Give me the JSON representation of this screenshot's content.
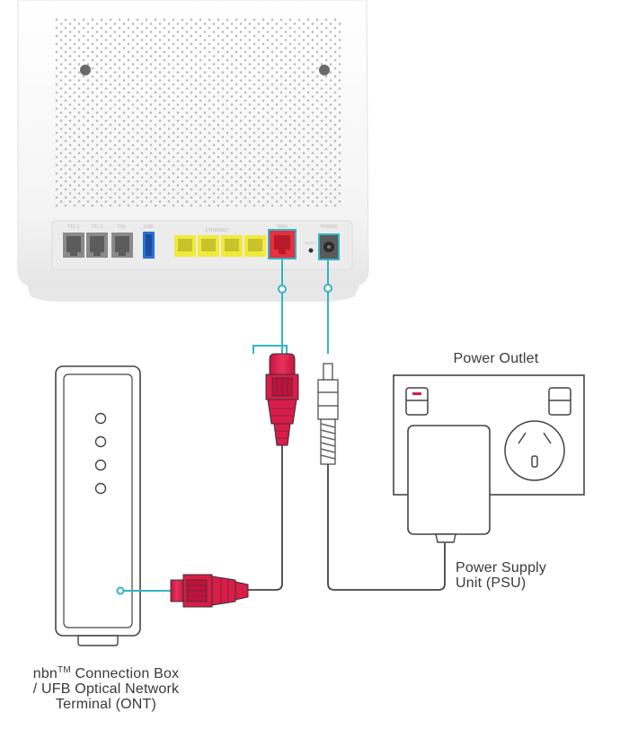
{
  "labels": {
    "power_outlet": "Power Outlet",
    "psu_line1": "Power Supply",
    "psu_line2": "Unit (PSU)",
    "nbn_prefix": "nbn",
    "nbn_tm": "TM",
    "nbn_line1_rest": " Connection Box",
    "nbn_line2": "/ UFB Optical Network",
    "nbn_line3": "Terminal (ONT)"
  },
  "router": {
    "port_labels": [
      "TEL 1",
      "TEL 2",
      "DSL",
      "USB",
      "ETHERNET",
      "WAN",
      "RESET",
      "POWER"
    ]
  },
  "ont": {
    "indicator_count": 4
  },
  "colors": {
    "cable": "#35b3c3",
    "connector_red": "#d91c48",
    "ethernet_yellow": "#f1ea3d",
    "wan_red": "#e5303f",
    "outline": "#444444",
    "router_body": "#f3f3f3"
  }
}
